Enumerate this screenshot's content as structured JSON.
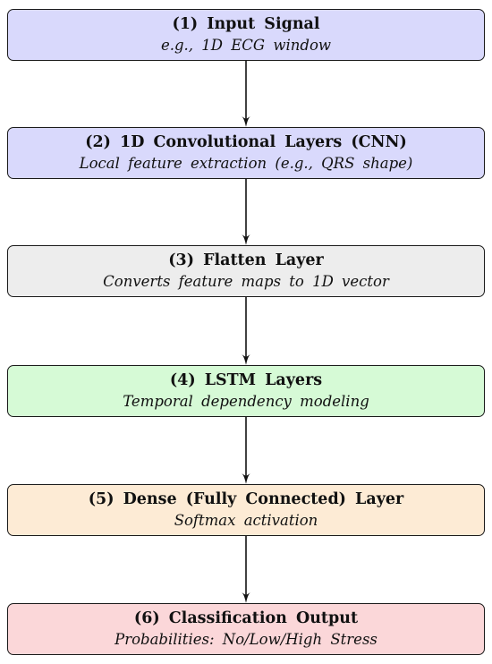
{
  "steps": [
    {
      "title": "(1) Input Signal",
      "subtitle": "e.g., 1D ECG window",
      "fill": "#d9d9fc"
    },
    {
      "title": "(2) 1D Convolutional Layers (CNN)",
      "subtitle": "Local feature extraction (e.g., QRS shape)",
      "fill": "#d9d9fc"
    },
    {
      "title": "(3) Flatten Layer",
      "subtitle": "Converts feature maps to 1D vector",
      "fill": "#ededed"
    },
    {
      "title": "(4) LSTM Layers",
      "subtitle": "Temporal dependency modeling",
      "fill": "#d6fad6"
    },
    {
      "title": "(5) Dense (Fully Connected) Layer",
      "subtitle": "Softmax activation",
      "fill": "#fdebd5"
    },
    {
      "title": "(6) Classification Output",
      "subtitle": "Probabilities: No/Low/High Stress",
      "fill": "#fbd7d9"
    }
  ],
  "colors": {
    "border": "#1a1a1a",
    "arrow": "#111111"
  }
}
